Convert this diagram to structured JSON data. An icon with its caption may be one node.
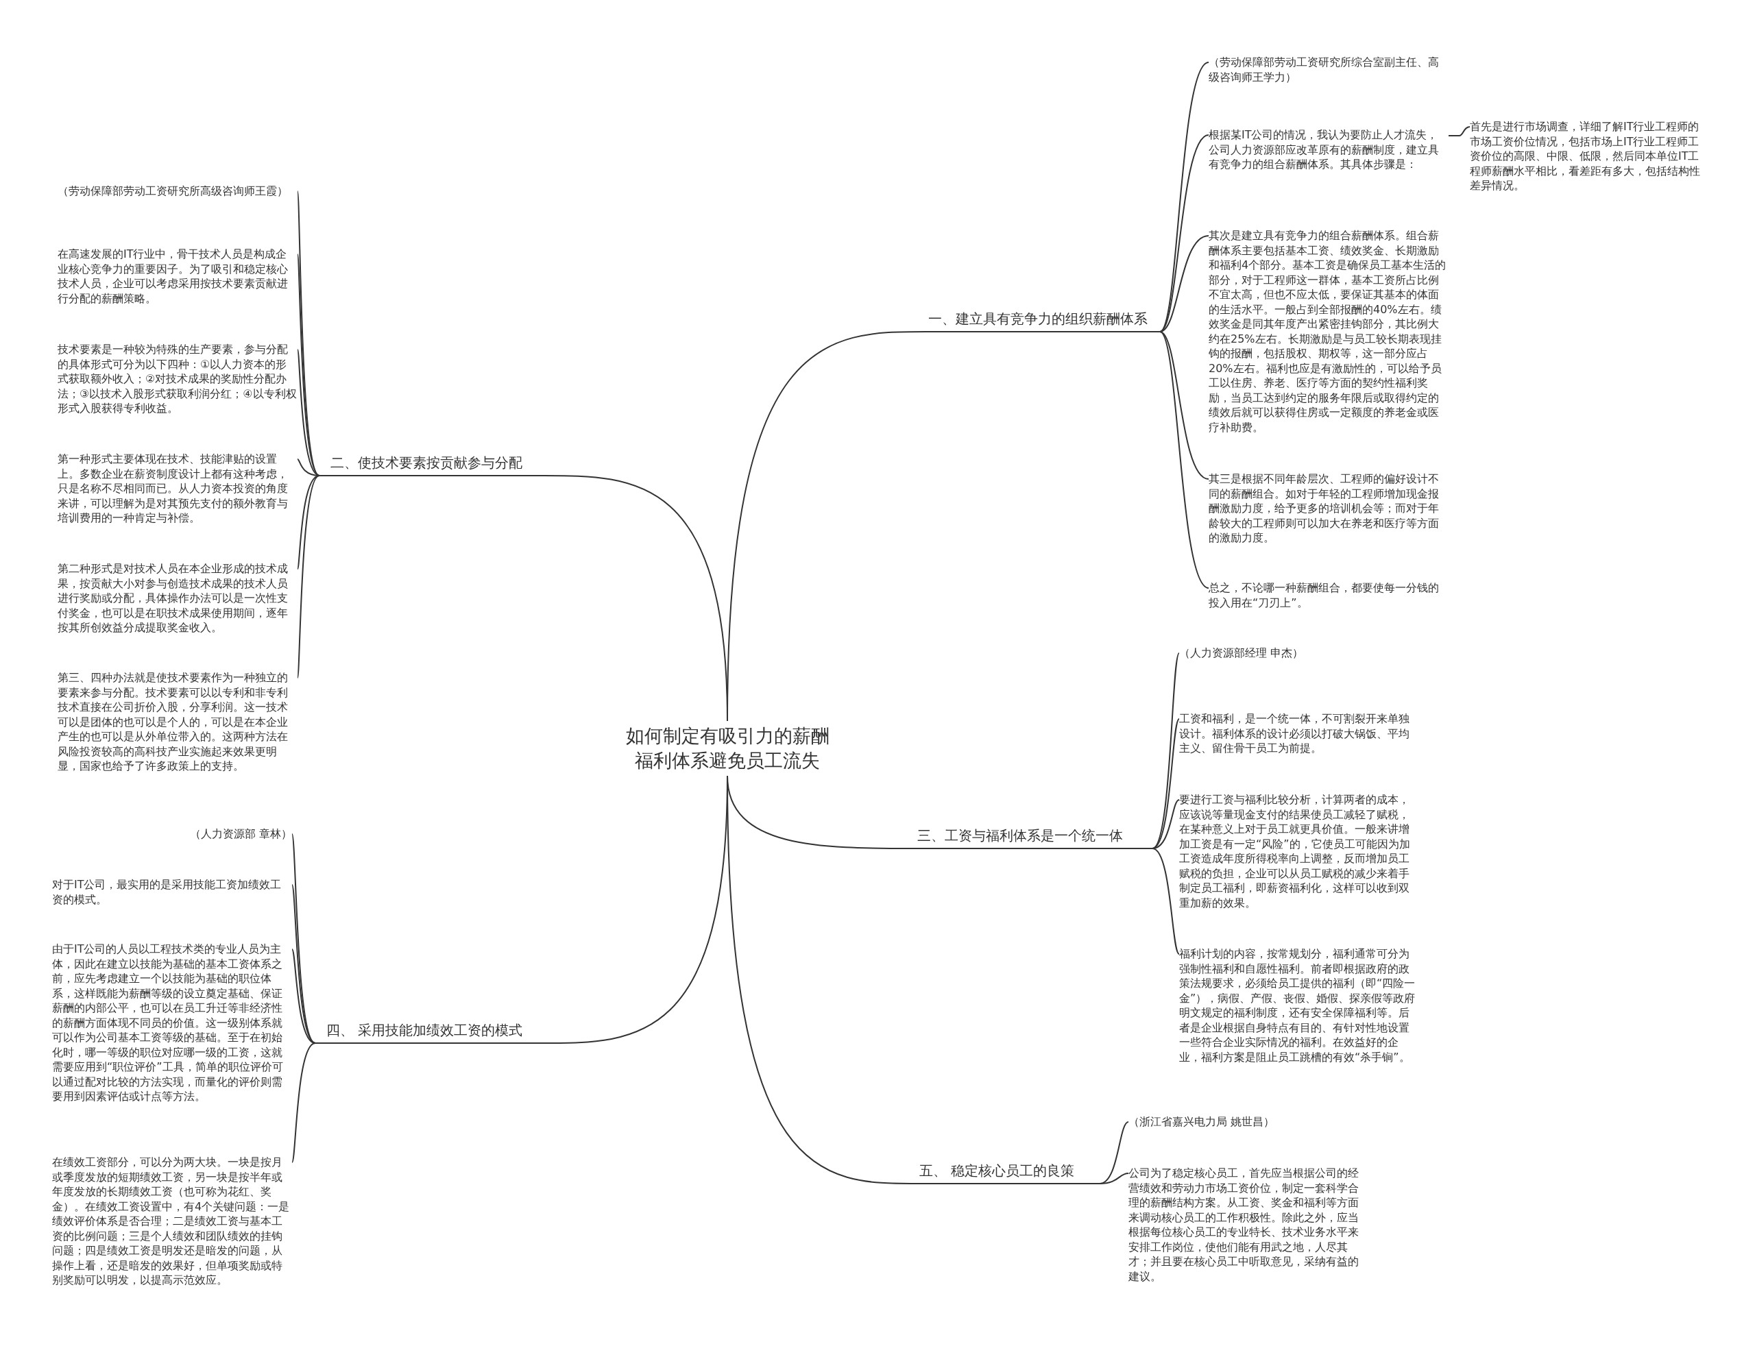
{
  "diagram": {
    "nodes": [
      {
        "text": [
          "如何制定有吸引力的薪酬福利体系避免员工流失"
        ]
      },
      {
        "text": [
          "一、建立具有竞争力的组织薪酬体系"
        ]
      },
      {
        "text": [
          "（劳动保障部劳动工资研究所综合室副主任、高级咨询师王学力）"
        ]
      },
      {
        "text": [
          "根据某IT公司的情况，我认为要防止人才流失，公司人力资源部应改革原有的薪酬制度，建立具有竞争力的组合薪酬体系。其具体步骤是："
        ]
      },
      {
        "text": [
          "首先是进行市场调查，详细了解IT行业工程师的市场工资价位情况，包括市场上IT行业工程师工资价位的高限、中限、低限，然后同本单位IT工程师薪酬水平相比，看差距有多大，包括结构性差异情况。"
        ]
      },
      {
        "text": [
          "其次是建立具有竞争力的组合薪酬体系。组合薪酬体系主要包括基本工资、绩效奖金、长期激励和福利4个部分。基本工资是确保员工基本生活的部分，对于工程师这一群体，基本工资所占比例不宜太高，但也不应太低，要保证其基本的体面的生活水平。一般占到全部报酬的40%左右。绩效奖金是同其年度产出紧密挂钩部分，其比例大约在25%左右。长期激励是与员工较长期表现挂钩的报酬，包括股权、期权等，这一部分应占20%左右。福利也应是有激励性的，可以给予员工以住房、养老、医疗等方面的契约性福利奖励，当员工达到约定的服务年限后或取得约定的绩效后就可以获得住房或一定额度的养老金或医疗补助费。"
        ]
      },
      {
        "text": [
          "其三是根据不同年龄层次、工程师的偏好设计不同的薪酬组合。如对于年轻的工程师增加现金报酬激励力度，给予更多的培训机会等；而对于年龄较大的工程师则可以加大在养老和医疗等方面的激励力度。"
        ]
      },
      {
        "text": [
          "总之，不论哪一种薪酬组合，都要使每一分钱的投入用在“刀刃上”。"
        ]
      },
      {
        "text": [
          "二、使技术要素按贡献参与分配"
        ]
      },
      {
        "text": [
          "（劳动保障部劳动工资研究所高级咨询师王霞）"
        ]
      },
      {
        "text": [
          "在高速发展的IT行业中，骨干技术人员是构成企业核心竞争力的重要因子。为了吸引和稳定核心技术人员，企业可以考虑采用按技术要素贡献进行分配的薪酬策略。"
        ]
      },
      {
        "text": [
          "技术要素是一种较为特殊的生产要素，参与分配的具体形式可分为以下四种：①以人力资本的形式获取额外收入；②对技术成果的奖励性分配办法；③以技术入股形式获取利润分红；④以专利权形式入股获得专利收益。"
        ]
      },
      {
        "text": [
          "第一种形式主要体现在技术、技能津贴的设置上。多数企业在薪资制度设计上都有这种考虑，只是名称不尽相同而已。从人力资本投资的角度来讲，可以理解为是对其预先支付的额外教育与培训费用的一种肯定与补偿。"
        ]
      },
      {
        "text": [
          "第二种形式是对技术人员在本企业形成的技术成果，按贡献大小对参与创造技术成果的技术人员进行奖励或分配，具体操作办法可以是一次性支付奖金，也可以是在职技术成果使用期间，逐年按其所创效益分成提取奖金收入。"
        ]
      },
      {
        "text": [
          "第三、四种办法就是使技术要素作为一种独立的要素来参与分配。技术要素可以以专利和非专利技术直接在公司折价入股，分享利润。这一技术可以是团体的也可以是个人的，可以是在本企业产生的也可以是从外单位带入的。这两种方法在风险投资较高的高科技产业实施起来效果更明显，国家也给予了许多政策上的支持。"
        ]
      },
      {
        "text": [
          "三、工资与福利体系是一个统一体"
        ]
      },
      {
        "text": [
          "（人力资源部经理 申杰）"
        ]
      },
      {
        "text": [
          "工资和福利，是一个统一体，不可割裂开来单独设计。福利体系的设计必须以打破大锅饭、平均主义、留住骨干员工为前提。"
        ]
      },
      {
        "text": [
          "要进行工资与福利比较分析，计算两者的成本，应该说等量现金支付的结果使员工减轻了赋税，在某种意义上对于员工就更具价值。一般来讲增加工资是有一定“风险”的，它使员工可能因为加工资造成年度所得税率向上调整，反而增加员工赋税的负担，企业可以从员工赋税的减少来着手制定员工福利，即薪资福利化，这样可以收到双重加薪的效果。"
        ]
      },
      {
        "text": [
          "福利计划的内容，按常规划分，福利通常可分为强制性福利和自愿性福利。前者即根据政府的政策法规要求，必须给员工提供的福利（即“四险一金”），病假、产假、丧假、婚假、探亲假等政府明文规定的福利制度，还有安全保障福利等。后者是企业根据自身特点有目的、有针对性地设置一些符合企业实际情况的福利。在效益好的企业，福利方案是阻止员工跳槽的有效“杀手锏”。"
        ]
      },
      {
        "text": [
          "四、 采用技能加绩效工资的模式"
        ]
      },
      {
        "text": [
          "（人力资源部 章林）"
        ]
      },
      {
        "text": [
          "对于IT公司，最实用的是采用技能工资加绩效工资的模式。"
        ]
      },
      {
        "text": [
          "由于IT公司的人员以工程技术类的专业人员为主体，因此在建立以技能为基础的基本工资体系之前，应先考虑建立一个以技能为基础的职位体系，这样既能为薪酬等级的设立奠定基础、保证薪酬的内部公平，也可以在员工升迁等非经济性的薪酬方面体现不同员的价值。这一级别体系就可以作为公司基本工资等级的基础。至于在初始化时，哪一等级的职位对应哪一级的工资，这就需要应用到“职位评价”工具，简单的职位评价可以通过配对比较的方法实现，而量化的评价则需要用到因素评估或计点等方法。"
        ]
      },
      {
        "text": [
          "在绩效工资部分，可以分为两大块。一块是按月或季度发放的短期绩效工资，另一块是按半年或年度发放的长期绩效工资（也可称为花红、奖金）。在绩效工资设置中，有4个关键问题：一是绩效评价体系是否合理；二是绩效工资与基本工资的比例问题；三是个人绩效和团队绩效的挂钩问题；四是绩效工资是明发还是暗发的问题，从操作上看，还是暗发的效果好，但单项奖励或特别奖励可以明发，以提高示范效应。"
        ]
      },
      {
        "text": [
          "五、 稳定核心员工的良策"
        ]
      },
      {
        "text": [
          "（浙江省嘉兴电力局 姚世昌）"
        ]
      },
      {
        "text": [
          "公司为了稳定核心员工，首先应当根据公司的经营绩效和劳动力市场工资价位，制定一套科学合理的薪酬结构方案。从工资、奖金和福利等方面来调动核心员工的工作积极性。除此之外，应当根据每位核心员工的专业特长、技术业务水平来安排工作岗位，使他们能有用武之地，人尽其才；并且要在核心员工中听取意见，采纳有益的建议。"
        ]
      }
    ],
    "edges": [
      {
        "from": 0,
        "to": 1,
        "arrow": "none"
      },
      {
        "from": 0,
        "to": 8,
        "arrow": "none"
      },
      {
        "from": 0,
        "to": 15,
        "arrow": "none"
      },
      {
        "from": 0,
        "to": 20,
        "arrow": "none"
      },
      {
        "from": 0,
        "to": 25,
        "arrow": "none"
      },
      {
        "from": 1,
        "to": 2,
        "arrow": "none"
      },
      {
        "from": 1,
        "to": 3,
        "arrow": "none"
      },
      {
        "from": 3,
        "to": 4,
        "arrow": "none"
      },
      {
        "from": 1,
        "to": 5,
        "arrow": "none"
      },
      {
        "from": 1,
        "to": 6,
        "arrow": "none"
      },
      {
        "from": 1,
        "to": 7,
        "arrow": "none"
      },
      {
        "from": 8,
        "to": 9,
        "arrow": "none"
      },
      {
        "from": 8,
        "to": 10,
        "arrow": "none"
      },
      {
        "from": 8,
        "to": 11,
        "arrow": "none"
      },
      {
        "from": 8,
        "to": 12,
        "arrow": "none"
      },
      {
        "from": 8,
        "to": 13,
        "arrow": "none"
      },
      {
        "from": 8,
        "to": 14,
        "arrow": "none"
      },
      {
        "from": 15,
        "to": 16,
        "arrow": "none"
      },
      {
        "from": 15,
        "to": 17,
        "arrow": "none"
      },
      {
        "from": 15,
        "to": 18,
        "arrow": "none"
      },
      {
        "from": 15,
        "to": 19,
        "arrow": "none"
      },
      {
        "from": 20,
        "to": 21,
        "arrow": "none"
      },
      {
        "from": 20,
        "to": 22,
        "arrow": "none"
      },
      {
        "from": 20,
        "to": 23,
        "arrow": "none"
      },
      {
        "from": 20,
        "to": 24,
        "arrow": "none"
      },
      {
        "from": 25,
        "to": 26,
        "arrow": "none"
      },
      {
        "from": 25,
        "to": 27,
        "arrow": "none"
      }
    ]
  }
}
